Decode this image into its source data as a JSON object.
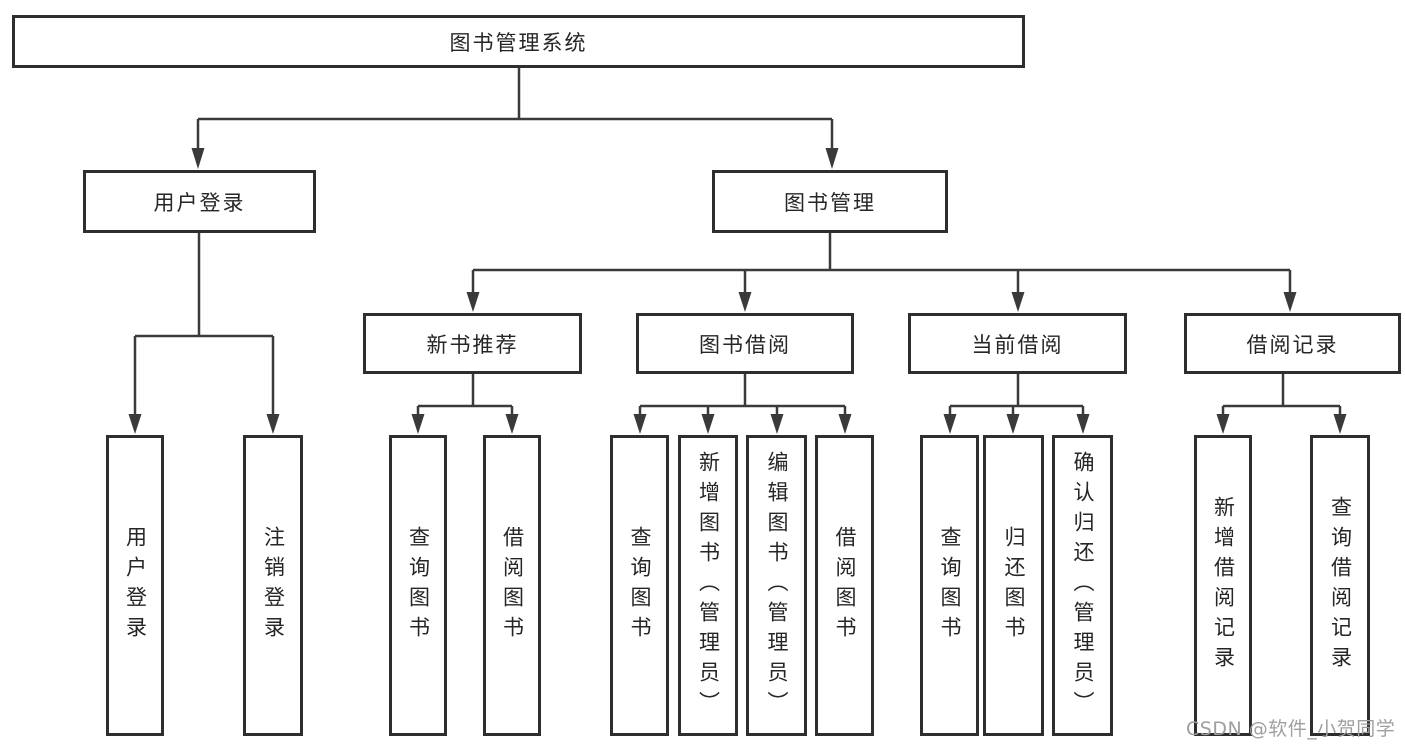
{
  "diagram_title": "图书管理系统",
  "tree": {
    "label": "图书管理系统",
    "children": [
      {
        "label": "用户登录",
        "children": [
          {
            "label": "用户登录"
          },
          {
            "label": "注销登录"
          }
        ]
      },
      {
        "label": "图书管理",
        "children": [
          {
            "label": "新书推荐",
            "children": [
              {
                "label": "查询图书"
              },
              {
                "label": "借阅图书"
              }
            ]
          },
          {
            "label": "图书借阅",
            "children": [
              {
                "label": "查询图书"
              },
              {
                "label": "新增图书（管理员）"
              },
              {
                "label": "编辑图书（管理员）"
              },
              {
                "label": "借阅图书"
              }
            ]
          },
          {
            "label": "当前借阅",
            "children": [
              {
                "label": "查询图书"
              },
              {
                "label": "归还图书"
              },
              {
                "label": "确认归还（管理员）"
              }
            ]
          },
          {
            "label": "借阅记录",
            "children": [
              {
                "label": "新增借阅记录"
              },
              {
                "label": "查询借阅记录"
              }
            ]
          }
        ]
      }
    ]
  },
  "watermark": {
    "text": "CSDN @软件_小贺同学"
  },
  "colors": {
    "background": "#ffffff",
    "box_fill": "#ffffff",
    "box_border": "#2e2e2e",
    "line": "#3a3a3a",
    "text": "#262626",
    "watermark": "#9f9f9f"
  }
}
